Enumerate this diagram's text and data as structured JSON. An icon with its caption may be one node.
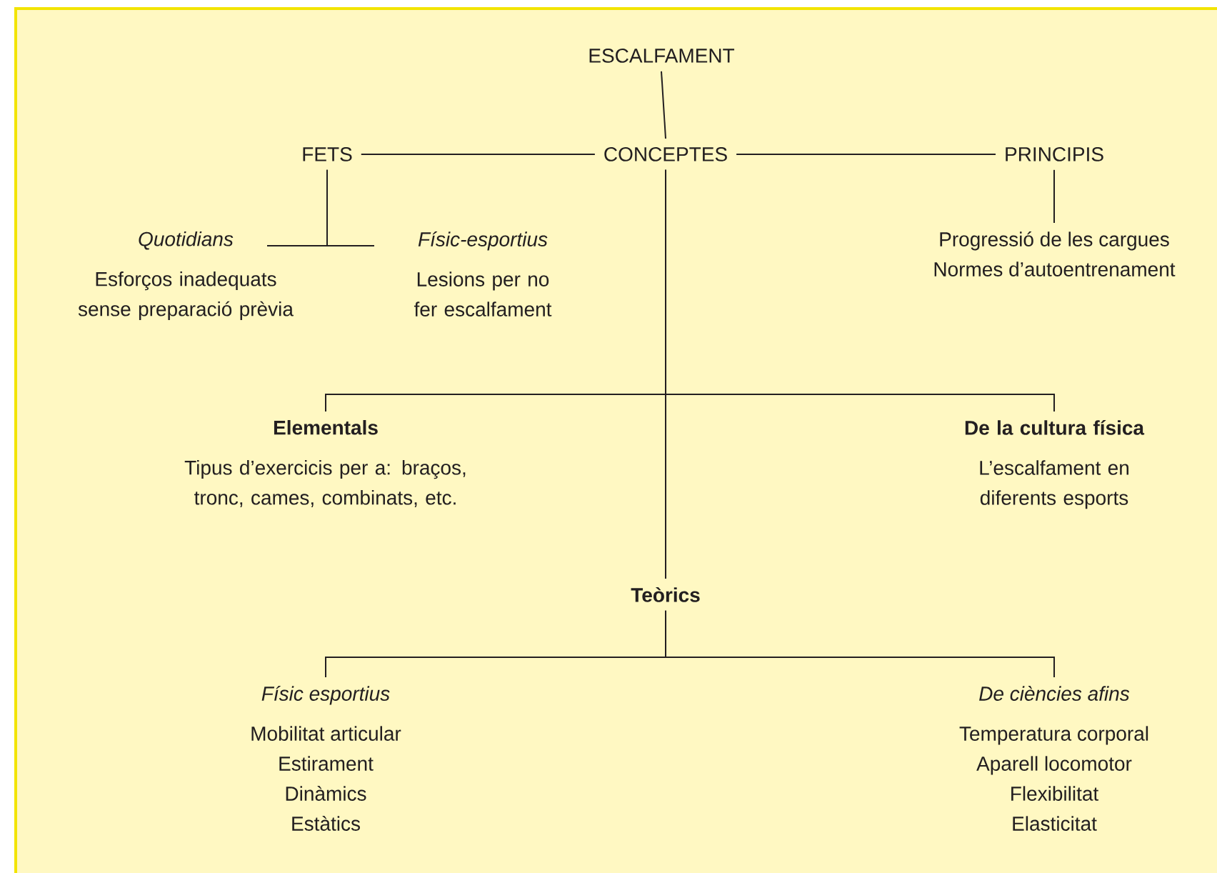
{
  "diagram": {
    "nodes": [
      {
        "text": [
          "ESCALFAMENT"
        ]
      },
      {
        "text": [
          "CONCEPTES"
        ]
      },
      {
        "text": [
          "FETS"
        ]
      },
      {
        "text": [
          "PRINCIPIS"
        ]
      },
      {
        "text": [
          "Quotidians",
          "Esforços inadequats sense preparació prèvia"
        ]
      },
      {
        "text": [
          "Físic-esportius",
          "Lesions per no fer escalfament"
        ]
      },
      {
        "text": [
          "Progressió de les cargues",
          "Normes d’autoentrenament"
        ]
      },
      {
        "text": [
          "Elementals",
          "Tipus d’exercicis per a: braços, tronc, cames, combinats, etc."
        ]
      },
      {
        "text": [
          "De la cultura física",
          "L’escalfament en diferents esports"
        ]
      },
      {
        "text": [
          "Teòrics"
        ]
      },
      {
        "text": [
          "Físic esportius",
          "Mobilitat articular",
          "Estirament",
          "Dinàmics",
          "Estàtics"
        ]
      },
      {
        "text": [
          "De ciències afins",
          "Temperatura corporal",
          "Aparell locomotor",
          "Flexibilitat",
          "Elasticitat"
        ]
      }
    ],
    "edges": [
      {
        "from": 0,
        "to": 1,
        "arrow": "none"
      },
      {
        "from": 1,
        "to": 2,
        "arrow": "none"
      },
      {
        "from": 1,
        "to": 3,
        "arrow": "none"
      },
      {
        "from": 2,
        "to": 4,
        "arrow": "none"
      },
      {
        "from": 2,
        "to": 5,
        "arrow": "none"
      },
      {
        "from": 3,
        "to": 6,
        "arrow": "none"
      },
      {
        "from": 1,
        "to": 7,
        "arrow": "none"
      },
      {
        "from": 1,
        "to": 8,
        "arrow": "none"
      },
      {
        "from": 1,
        "to": 9,
        "arrow": "none"
      },
      {
        "from": 9,
        "to": 10,
        "arrow": "none"
      },
      {
        "from": 9,
        "to": 11,
        "arrow": "none"
      }
    ]
  }
}
